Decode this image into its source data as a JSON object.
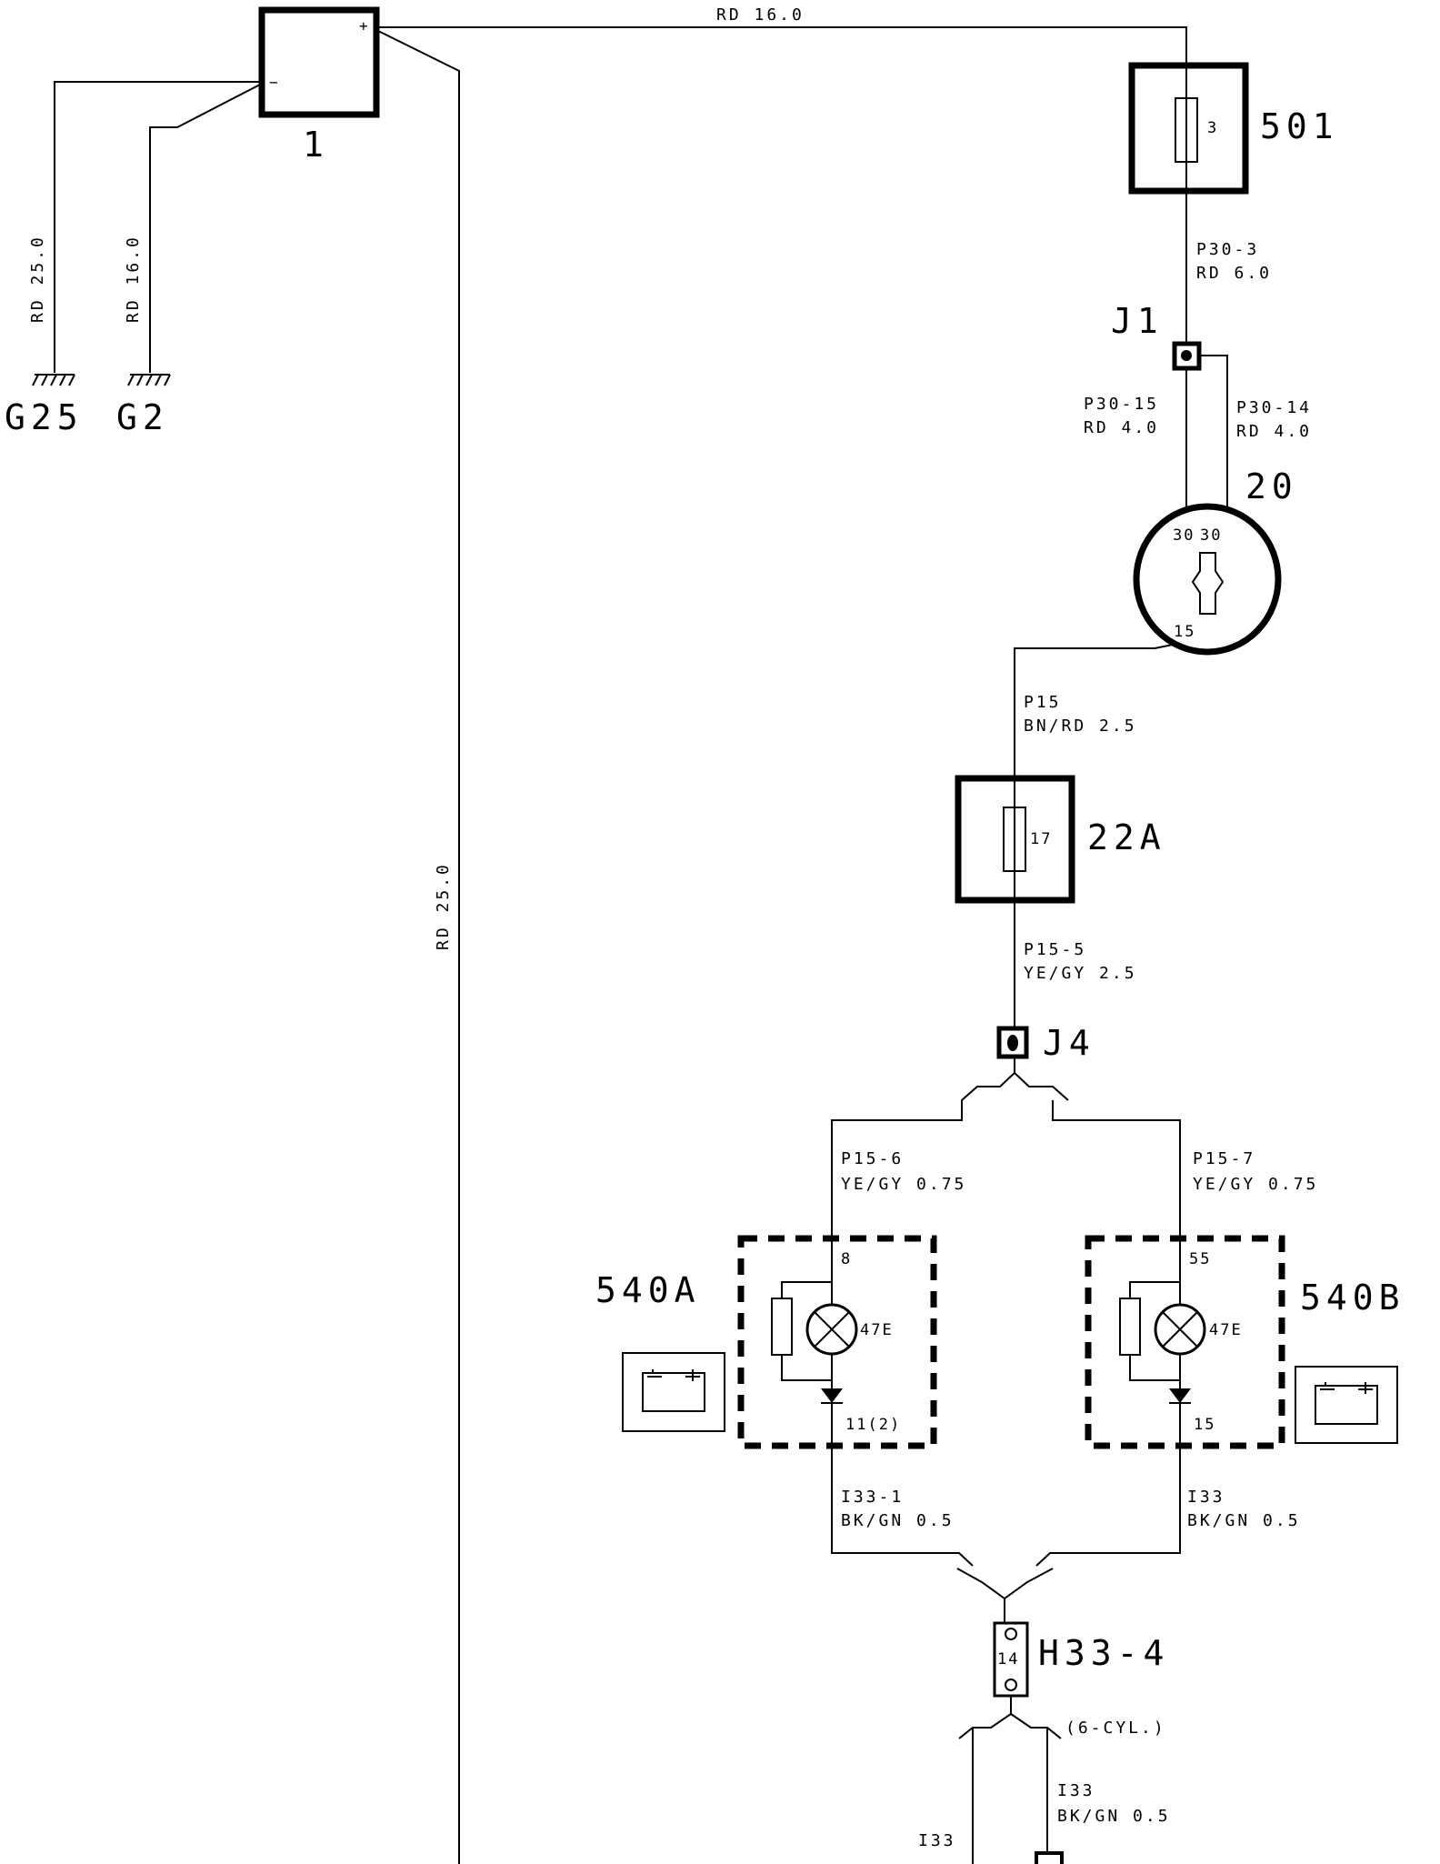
{
  "components": {
    "battery": {
      "id": "1",
      "plus": "+",
      "minus": "−"
    },
    "fuse_box_501": {
      "id": "501",
      "fuse": "3"
    },
    "junction_j1": {
      "id": "J1"
    },
    "ignition_switch": {
      "id": "20",
      "pin_30a": "30",
      "pin_30b": "30",
      "pin_15": "15"
    },
    "fuse_box_22a": {
      "id": "22A",
      "fuse": "17"
    },
    "junction_j4": {
      "id": "J4"
    },
    "lamp_540a": {
      "id": "540A",
      "lamp": "47E",
      "pin_in": "8",
      "pin_out": "11(2)"
    },
    "lamp_540b": {
      "id": "540B",
      "lamp": "47E",
      "pin_in": "55",
      "pin_out": "15"
    },
    "connector_h33_4": {
      "id": "H33-4",
      "pin": "14",
      "note": "(6-CYL.)"
    },
    "grounds": {
      "g25": "G25",
      "g2": "G2"
    }
  },
  "wires": {
    "top_main": "RD 16.0",
    "ground_g25": "RD 25.0",
    "ground_g2": "RD 16.0",
    "long_vertical": "RD 25.0",
    "p30_3_id": "P30-3",
    "p30_3_spec": "RD 6.0",
    "p30_15_id": "P30-15",
    "p30_15_spec": "RD 4.0",
    "p30_14_id": "P30-14",
    "p30_14_spec": "RD 4.0",
    "p15_id": "P15",
    "p15_spec": "BN/RD  2.5",
    "p15_5_id": "P15-5",
    "p15_5_spec": "YE/GY 2.5",
    "p15_6_id": "P15-6",
    "p15_6_spec": "YE/GY 0.75",
    "p15_7_id": "P15-7",
    "p15_7_spec": "YE/GY 0.75",
    "i33_1_id": "I33-1",
    "i33_1_spec": "BK/GN 0.5",
    "i33_right_id": "I33",
    "i33_right_spec": "BK/GN 0.5",
    "i33_lower_id": "I33",
    "i33_lower_spec": "BK/GN 0.5",
    "i33_bottom_id": "I33"
  }
}
